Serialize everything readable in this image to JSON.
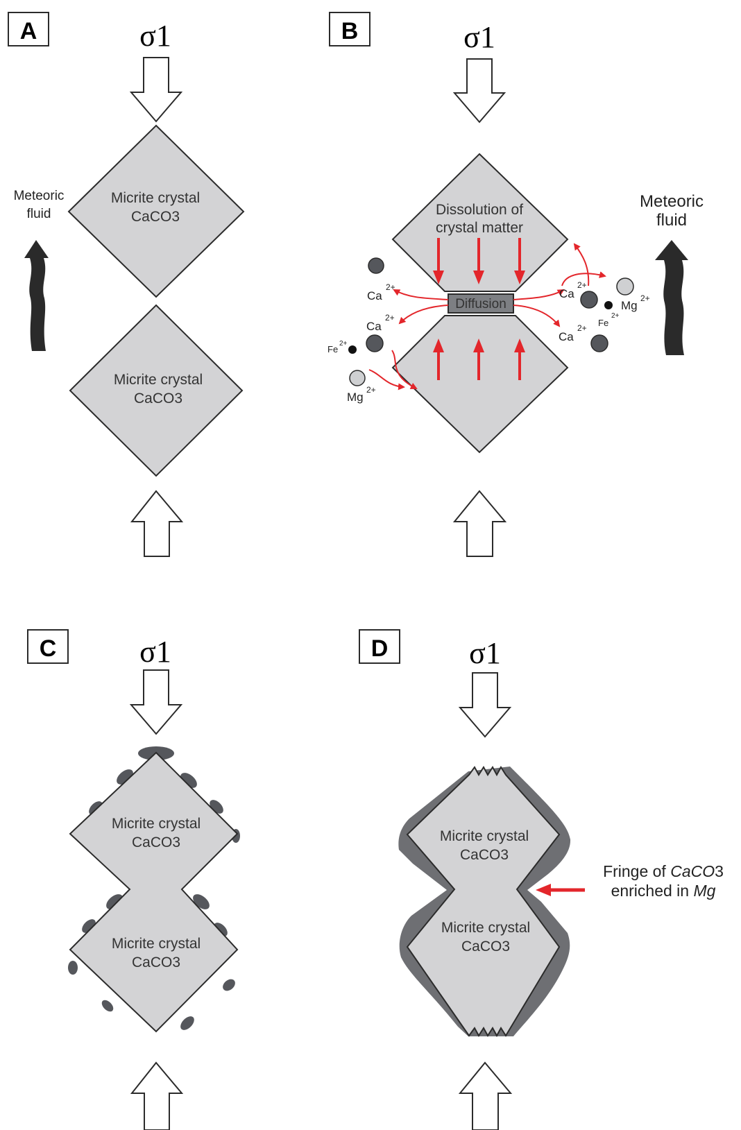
{
  "panels": {
    "A": {
      "label": "A",
      "sigma": "σ1",
      "crystal_top": {
        "line1": "Micrite crystal",
        "line2": "CaCO3"
      },
      "crystal_bottom": {
        "line1": "Micrite crystal",
        "line2": "CaCO3"
      },
      "fluid": {
        "line1": "Meteoric",
        "line2": "fluid"
      }
    },
    "B": {
      "label": "B",
      "sigma": "σ1",
      "dissolution": {
        "line1": "Dissolution of",
        "line2": "crystal matter"
      },
      "diffusion": "Diffusion",
      "fluid": {
        "line1": "Meteoric",
        "line2": "fluid"
      },
      "ions": {
        "ca": "Ca",
        "mg": "Mg",
        "fe": "Fe",
        "charge": "2+"
      }
    },
    "C": {
      "label": "C",
      "sigma": "σ1",
      "crystal_top": {
        "line1": "Micrite crystal",
        "line2": "CaCO3"
      },
      "crystal_bottom": {
        "line1": "Micrite crystal",
        "line2": "CaCO3"
      }
    },
    "D": {
      "label": "D",
      "sigma": "σ1",
      "crystal_top": {
        "line1": "Micrite crystal",
        "line2": "CaCO3"
      },
      "crystal_bottom": {
        "line1": "Micrite crystal",
        "line2": "CaCO3"
      },
      "fringe": {
        "line1_a": "Fringe of ",
        "line1_b": "CaCO",
        "line1_c": "3",
        "line2_a": "enriched in ",
        "line2_b": "Mg"
      }
    }
  },
  "colors": {
    "crystal_fill": "#d3d3d5",
    "outline": "#2b2b2b",
    "red": "#e3262b",
    "dark_ion": "#55575c",
    "light_ion": "#cfd0d2",
    "fringe": "#6e6f73",
    "fluid_arrow": "#2a2a2a"
  }
}
